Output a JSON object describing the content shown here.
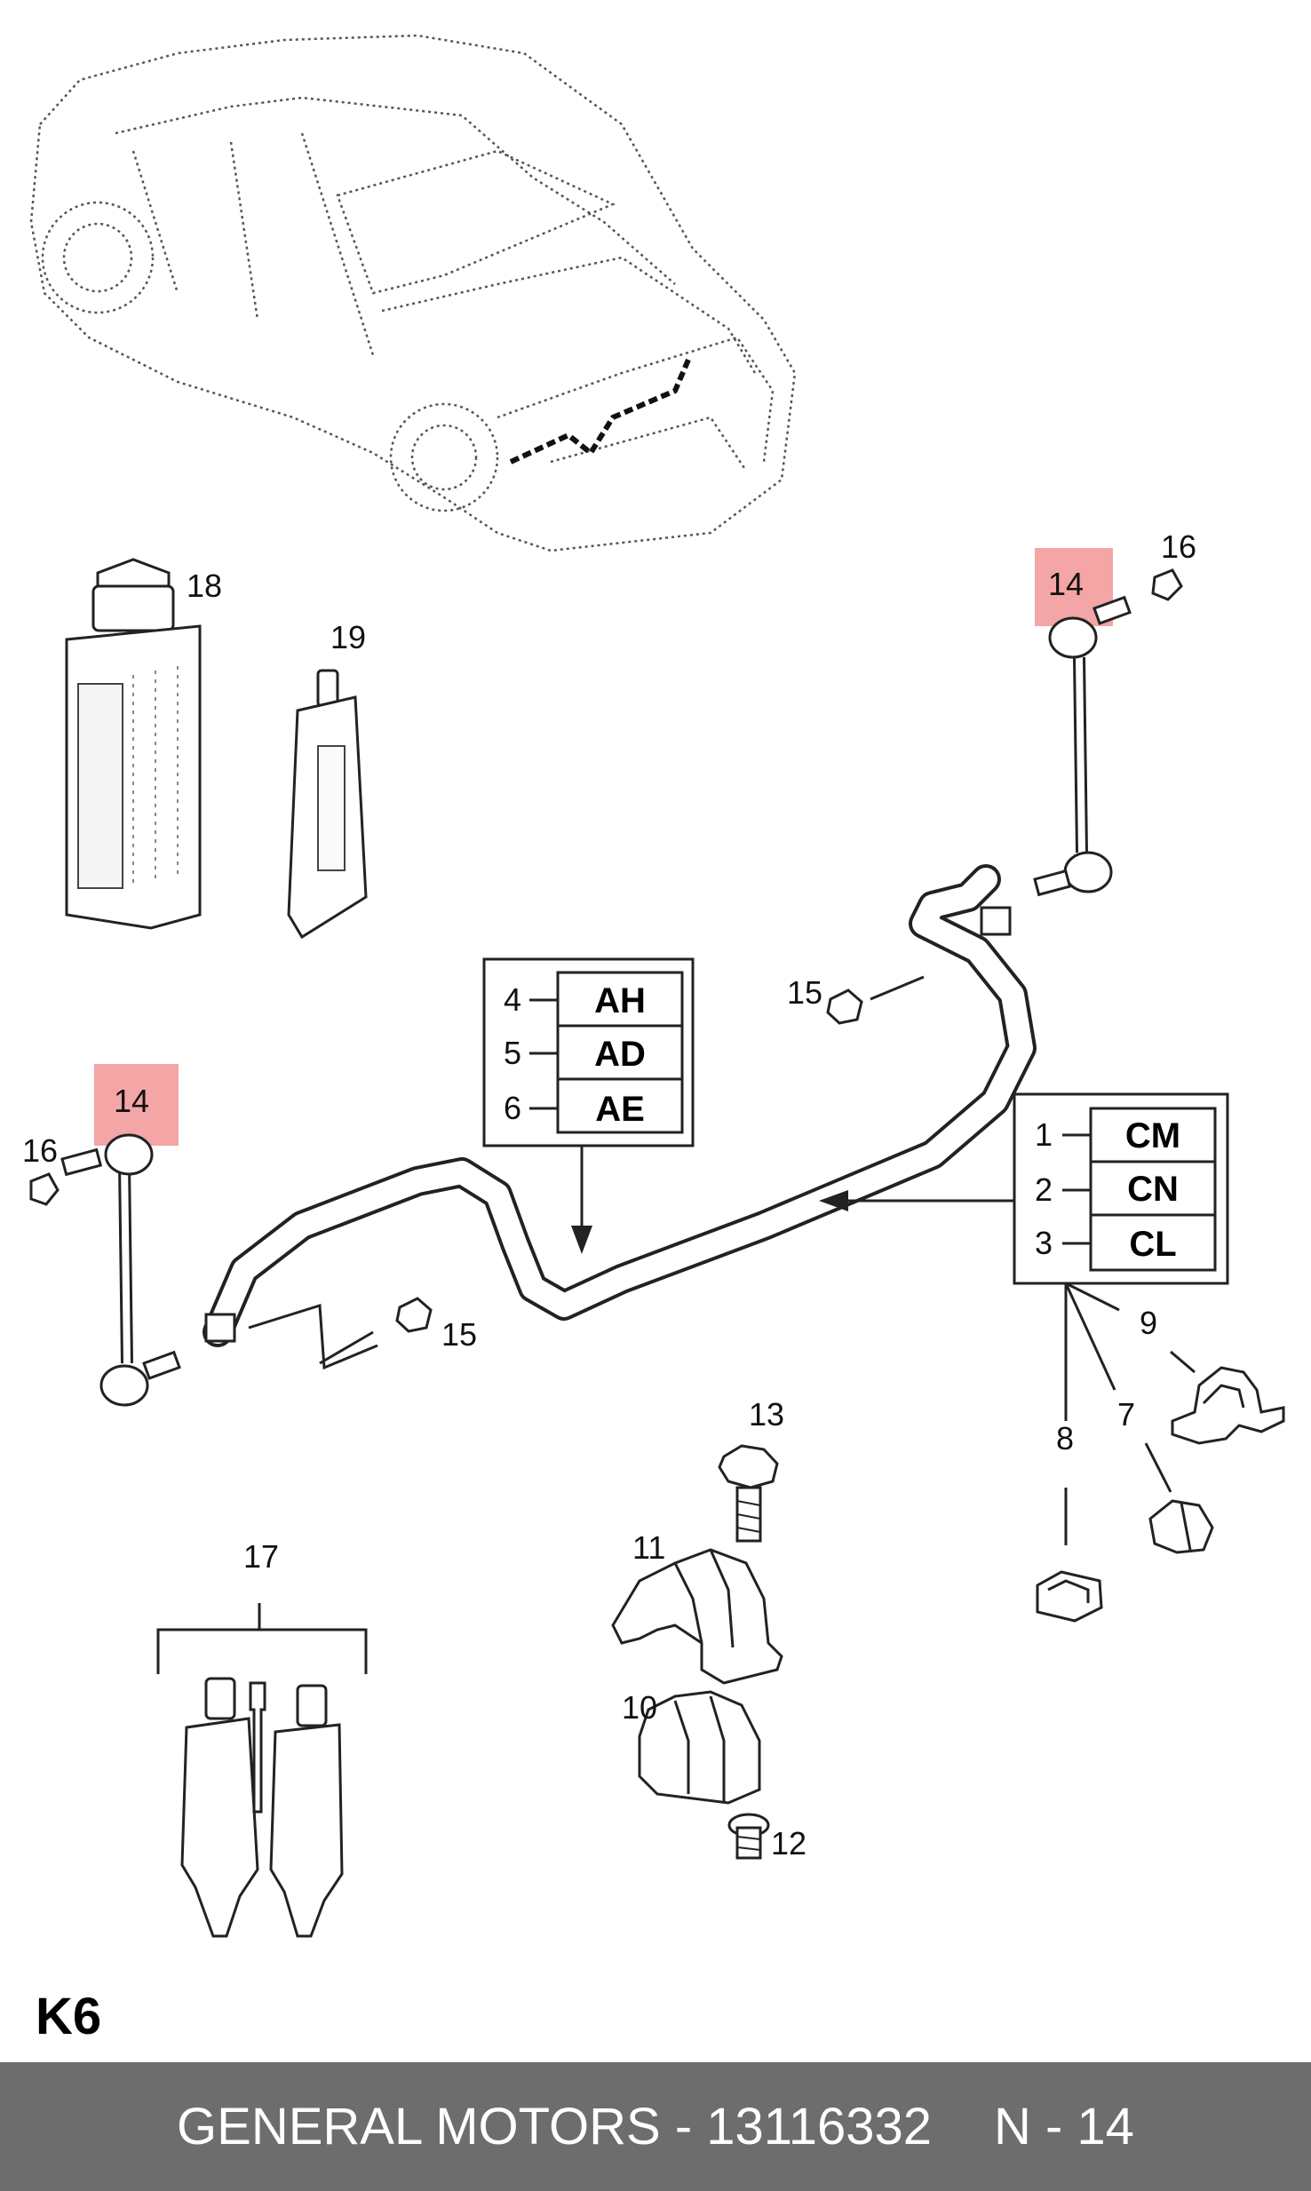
{
  "diagram": {
    "callouts": {
      "c1": "1",
      "c2": "2",
      "c3": "3",
      "c4": "4",
      "c5": "5",
      "c6": "6",
      "c7": "7",
      "c8": "8",
      "c9": "9",
      "c10": "10",
      "c11": "11",
      "c12": "12",
      "c13": "13",
      "c14a": "14",
      "c14b": "14",
      "c15a": "15",
      "c15b": "15",
      "c16a": "16",
      "c16b": "16",
      "c17": "17",
      "c18": "18",
      "c19": "19"
    },
    "variant_table_left": [
      {
        "num": "4",
        "code": "AH"
      },
      {
        "num": "5",
        "code": "AD"
      },
      {
        "num": "6",
        "code": "AE"
      }
    ],
    "variant_table_right": [
      {
        "num": "1",
        "code": "CM"
      },
      {
        "num": "2",
        "code": "CN"
      },
      {
        "num": "3",
        "code": "CL"
      }
    ],
    "section_code": "K6",
    "highlight_color": "#f4a5a5",
    "footer_bg": "#6d6d6d"
  },
  "footer": {
    "part_label": "GENERAL MOTORS - 13116332",
    "item_label": "N - 14"
  }
}
